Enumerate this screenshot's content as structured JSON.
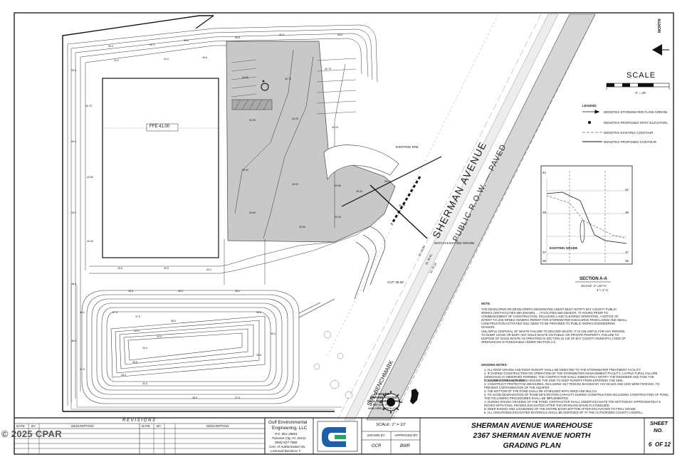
{
  "watermark": "© 2025 CPAR",
  "scale_label": "SCALE",
  "scale_subtext": "1\" = 20'",
  "north_label": "NORTH",
  "road": {
    "name": "SHERMAN AVENUE",
    "subname": "PUBLIC R.O.W. — PAVED"
  },
  "building_label": "FFE 41.00",
  "match_grade_label": "MATCH EXISTING GRADE",
  "existing_label": "EXISTING R/W",
  "cut_label": "CUT: 36.60",
  "benchmark_label": "SITE BENCHMARK",
  "legend": {
    "title": "LEGEND:",
    "items": [
      "DENOTES STORMWATER FLOW ARROW",
      "DENOTES PROPOSED SPOT ELEVATION",
      "DENOTES EXISTING CONTOUR",
      "DENOTES PROPOSED CONTOUR"
    ]
  },
  "section": {
    "title": "SECTION A-A",
    "scale": "SCALE: 1\"=10'-H",
    "scale2": "1\"= 1'-V",
    "existing_grade": "EXISTING GRADE",
    "ticks_left": [
      "41",
      "39",
      "37",
      "36"
    ],
    "ticks_right": [
      "41",
      "39",
      "37",
      "36"
    ]
  },
  "note": {
    "header": "NOTE:",
    "p1": "THE DEVELOPER OR DEVELOPER'S DESIGNATED AGENT MUST NOTIFY BAY COUNTY PUBLIC WORKS (SW FACILITIES 850-248-5001 ... ) FACILITIES 850-248-5370, 72 HOURS PRIOR TO COMMENCEMENT OF CONSTRUCTION, INCLUDING LAND CLEARING OPERATION. A NOTICE OF INTENT TO USE NPDES GENERIC PERMIT FOR STORMWATER DISCHARGE FROM LARGE AND SMALL CONSTRUCTION ACTIVITIES WILL NEED TO BE PROVIDED TO PUBLIC WORKS ENGINEERING DIVISION.",
    "p2": "UNLAWFUL DISPOSAL OF WASTE FAILURE TO DELIVER WASTE: IT IS UNLAWFUL FOR ANY PERSON TO DUMP, LEAVE OR BURY ANY SOLID WASTE ON PUBLIC OR PRIVATE PROPERTY. FAILURE TO DISPOSE OF SOLID WASTE AS SPECIFIED IN SECTION 22-145 OF BAY COUNTY MUNICIPAL CODE OF ORDINANCES IS PUNISHABLE UNDER SECTION 1-6."
  },
  "grading_notes": {
    "header": "GRADING NOTES:",
    "items": [
      "1.  ALL ROOF DRAINS AND ROOF RUNOFF SHALL BE DIRECTED TO THE STORMWATER TREATMENT FACILITY.",
      "2.  IF DURING CONSTRUCTION OR OPERATION OF THE STORMWATER MANAGEMENT FACILITY, A STRUCTURAL FAILURE (SINKHOLE) IS OBSERVED FORMING, THE CONTRACTOR SHALL IMMEDIATELY NOTIFY THE ENGINEER AND TAKE THE FOLLOWING PRECAUTIONS:",
      "A.  GRADE A DIVERSION BERM AROUND THE SINK TO KEEP RUNOFF FROM ENTERING THE SINK.",
      "3.  CONSTRUCT PROTECTIVE MEASURES, INCLUDING SILT FENCES BACKED BY HAY BALES AND HOG WIRE FENCING, TO PREVENT CONTAMINATION OF THE AQUIFER.",
      "4.  THE BOTTOM OF THE POND SHALL BE STABILIZED WITH SEED AND MULCH.",
      "5.  TO AVOID DEGRADATION OF POND INFILTRATION CAPACITY DURING CONSTRUCTION INCLUDING CONSTRUCTION OF POND, THE FOLLOWING PROCEDURES SHALL BE IMPLEMENTED:",
      "A.  DURING ROUGH GRADING OF THE POND, CONTRACTOR SHALL UNDER EXCAVATE THE BOTTOM BY APPROXIMATELY 6 INCHES WITH FINAL GRADES EXCAVATED AFTER THE DRAINAGE BASIN IS STABILIZED.",
      "B.  DEEP RAKING AND LOOSENING OF THE ENTIRE BASIN BOTTOM AFTER EXCAVATION TO FINAL GRADE.",
      "6.  ALL UNSUITABLE EXCAVATED MATERIALS SHALL BE DISPOSED OF AT THE AUTHORIZED COUNTY LANDFILL."
    ]
  },
  "sunshine": {
    "l1": "48 HOURS",
    "l2": "BEFORE YOU DIG",
    "l3": "CALL SUNSHINE ONE",
    "l4": "1-800-432-4770",
    "l5": "www.callsunshine.com"
  },
  "revisions": {
    "title": "R E V I S I O N S",
    "headers": [
      "DATE",
      "BY",
      "DESCRIPTION",
      "DATE",
      "BY",
      "DESCRIPTION"
    ]
  },
  "engineer": {
    "name1": "Gulf Environmental",
    "name2": "Engineering, LLC",
    "addr1": "P.O. Box 28851",
    "addr2": "Panama City, FL 32411",
    "addr3": "(850) 527-7068",
    "addr4": "Cert. of Authorization No.",
    "addr5": "Licensed Business #"
  },
  "scale_box": {
    "scale": "SCALE: 1\" = 10'",
    "drawn_by_label": "DRAWN BY",
    "drawn_by": "GCR",
    "approved_by_label": "APPROVED BY",
    "approved_by": "BWR"
  },
  "title_block": {
    "line1": "SHERMAN AVENUE WAREHOUSE",
    "line2": "2367 SHERMAN AVENUE NORTH",
    "line3": "GRADING PLAN"
  },
  "sheet": {
    "label1": "SHEET",
    "label2": "NO.",
    "number": "6",
    "of": "OF",
    "total": "12"
  },
  "colors": {
    "paving": "#c8c8c8",
    "ink": "#111111",
    "road_gray": "#d9d9d9",
    "logo_blue": "#1f5fa6",
    "logo_green": "#2f9e6f"
  }
}
